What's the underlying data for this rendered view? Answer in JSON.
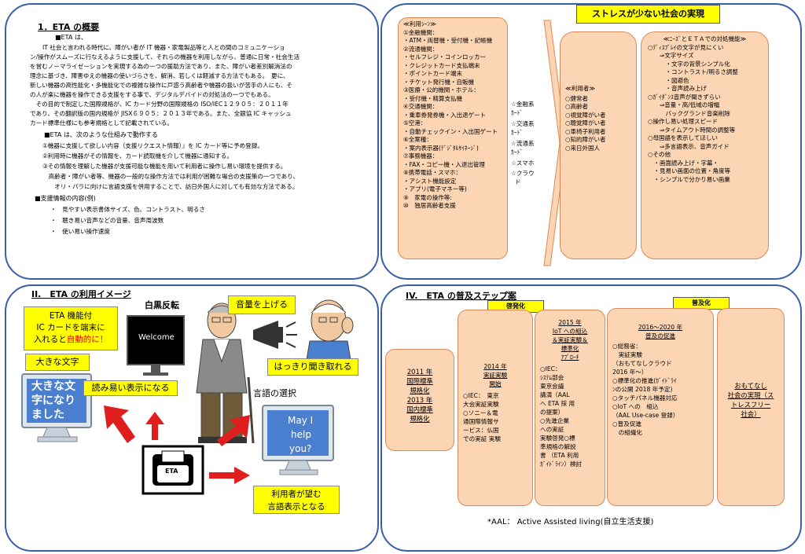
{
  "overview": {
    "title": "1．ETA の概要",
    "head1": "■ETA は、",
    "para": [
      "IT 社会と言われる時代に、障がい者が IT 機器・家電製品等と人との間のコミュニケーショ",
      "ン/操作がスムーズに行なえるように支援して、それらの機器を利用しながら、普通に日常・社会生活",
      "を営むノーマライゼーションを実現する為の一つの援助方法であり、また、障がい者差別解消法の",
      "理念に基づき、障害ゆえの機器の使いづらさを、解消、若しくは軽減する方法でもある。　更に、",
      "新しい機器の高性能化・多機能化での複雑な操作に戸惑う高齢者や機器の扱いが苦手の人にも、そ",
      "の人が楽に機器を操作できる支援をする事で、デジタルデバイドの対処法の一つでもある。",
      "　その目的で制定した国際規格が、IC カード分野の国際規格の ISO/IEC１２９０５：２０１１年",
      "であり、その翻訳版の国内規格が JISX６９０５：２０１３年である。また、全銀協 IC キャッシュ",
      "カード標準仕様にも参考規格として記載されている。"
    ],
    "head2": "■ETA は、次のような仕組みで動作する",
    "steps": [
      "①機器に支援して欲しい内容（支援リクエスト情報）』を IC カード等に予め登録。",
      "②利用時に機器がその情報を、カード読取機を介して機器に通知する。",
      "③その情報を理解した機器が支援可能な機能を用いて利用者に操作し易い環境を提供する。",
      "　高齢者・障がい者等、機器の一般的な操作方法では利用が困難な場合の支援策の一つであり、",
      "　　オリ・パラに向けに言語支援を併用することで、訪日外国人に対しても有効な方法である。"
    ],
    "head3": "■支援情報の内容(例)",
    "support": [
      "・　見やすい表示書体サイズ、色、コントラスト、明るさ",
      "・　聴き易い音声などの音量、音声周波数",
      "・　使い易い操作速度"
    ]
  },
  "society": {
    "banner": "ストレスが少ない社会の実現",
    "scenes_title": "≪利用ｼｰﾝ≫",
    "scenes": [
      "①金融機関：",
      "・ATM・両替機・受付機・記帳機",
      "②流通機関：",
      "・セルフレジ・コインロッカー",
      "・クレジットカード支払端末",
      "・ポイントカード端末",
      "・チケット発行機・自販機",
      "③医療・公的機関・ホテル：",
      "・受付機・精算支払機",
      "④交通機関：",
      "・乗車券発券機・入出退ゲート",
      "⑤空港：",
      "・自動チェックイン・入出国ゲート",
      "⑥全案種：",
      "・案内表示器(ﾃﾞｼﾞﾀﾙｻｲﾈｰｼﾞ)",
      "⑦事務機器：",
      "・FAX・コピー機・入退出管理",
      "⑧携帯電話・スマホ：",
      "・アシスト機能設定",
      "・アプリ(電子マネー等)",
      "⑨　家電の操作等:",
      "⑩　独居高齢者支援"
    ],
    "cards": [
      "☆金融系",
      "ｶｰﾄﾞ",
      "☆交通系",
      "ｶｰﾄﾞ",
      "☆流通系",
      "ｶｰﾄﾞ",
      "☆スマホ",
      "☆クラウ",
      "ド"
    ],
    "users_title": "≪利用者≫",
    "users": [
      "○健常者",
      "○高齢者",
      "○視覚障がい者",
      "○聴覚障がい者",
      "○車椅子利用者",
      "○知的障がい者",
      "○来日外国人"
    ],
    "needs_title": "≪ﾆｰｽﾞとＥＴＡでの対処機能≫",
    "needs": [
      "○ﾃﾞｨｽﾌﾟﾚｲの文字が見にくい",
      "　　⇒文字サイズ",
      "　　　・文字の背景シンプル化",
      "　　　・コントラスト/明るさ調整",
      "　　　・図避色",
      "　　　・音声読み上げ",
      "○ｶﾞｲﾀﾞﾝｽ音声が聞きずらい",
      "　　⇒音量・高/低域の増幅",
      "　　　バックグランド音楽削除",
      "○操作し易い処理スピード",
      "　　⇒タイムアウト時間の調整等",
      "○母国語を表示してほしい",
      "　　⇒多言語表示、音声ガイド",
      "○その他",
      "　・画面読み上げ・字幕・",
      "　・見易い画面の位置・角度等",
      "　・シンプルで分かり易い画業"
    ]
  },
  "usage": {
    "title": "II.　ETA の利用イメージ",
    "card_lines": [
      "ETA 機能付",
      "IC カードを端末に",
      "入れると"
    ],
    "card_auto": "自動的に！",
    "big_text": "大きな文字",
    "monitor_text": [
      "大きな文",
      "字になり",
      "ました"
    ],
    "easy_read": "読み易い表示になる",
    "invert": "白黒反転",
    "welcome": "Welcome",
    "volume": "音量を上げる",
    "hear": "はっきり聞き取れる",
    "lang_select": "言語の選択",
    "may_i": [
      "May I",
      "help",
      "you?"
    ],
    "desired": [
      "利用者が望む",
      "言語表示となる"
    ],
    "eta_logo": "ETA"
  },
  "steps": {
    "title": "IV.　ETA の普及ステップ案",
    "enlighten": "啓発化",
    "spread": "普及化",
    "s1": [
      "2011 年",
      "国際標準",
      "規格化",
      "2013 年",
      "国内標準",
      "規格化"
    ],
    "s2_head": [
      "2014 年",
      "実証実験",
      "開始"
    ],
    "s2_body": [
      "○IEC：　東京",
      "大会実証実験",
      "○ソニー＆電",
      "通国際情報サ",
      "ービス：仏国",
      "での実証 実験"
    ],
    "s3_head": [
      "2015 年",
      "IoT への組込",
      "＆実証実験＆",
      "標準化",
      "ｱﾌﾟﾛｰﾁ"
    ],
    "s3_body": [
      "○IEC：",
      "ｼｽﾃﾑ部会",
      "東京会議",
      "講演（AAL",
      "へ ETA 採 用",
      "の提案）",
      "○先進企業",
      "への実証",
      "実験啓発○標",
      "準規格の解説",
      "書 （ETA 利用",
      "ｶﾞｲﾄﾞﾗｲﾝ）検討"
    ],
    "s4_head": [
      "2016～2020 年",
      "普及の促進"
    ],
    "s4_body": [
      "○総務省：",
      "　実証実験",
      "（おもてなしクラウド",
      "2016 年～）",
      "○標準化の推進(ｶﾞｲﾄﾞﾗｲ",
      "ﾝの公開 2018 年予定)",
      "○タッチパネル機器対応",
      "○IoT への　組込",
      "（AAL Use-case 登録）",
      "○普及促進",
      "　の組織化"
    ],
    "s5": [
      "おもてなし",
      "社会の実現（ス",
      "トレスフリー",
      "社会）"
    ],
    "aal_note": "*AAL：  Active Assisted living(自立生活支援)"
  }
}
